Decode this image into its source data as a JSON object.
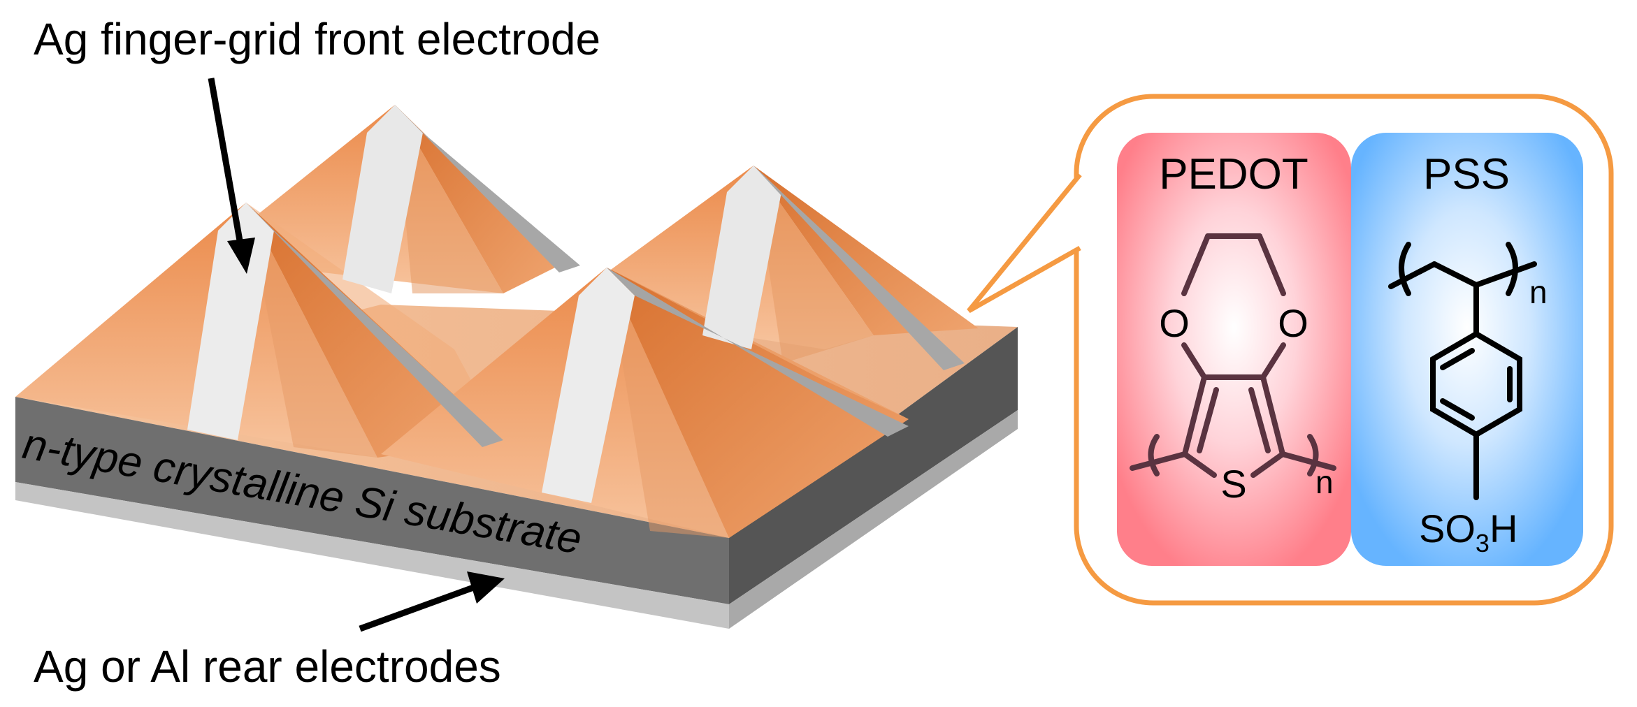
{
  "labels": {
    "front_electrode": "Ag finger-grid front electrode",
    "substrate": "n-type crystalline Si substrate",
    "rear_electrode": "Ag or Al rear electrodes"
  },
  "molecule": {
    "pedot_title": "PEDOT",
    "pss_title": "PSS",
    "oxygen_atom": "O",
    "sulfur_atom": "S",
    "repeat_index": "n",
    "sulfonate_prefix": "SO",
    "sulfonate_subscript": "3",
    "sulfonate_suffix": "H"
  },
  "colors": {
    "pyramid": "#f0a070",
    "substrate": "#6d6d6d",
    "rear_layer": "#c4c4c4",
    "electrode_light": "#e9e9e9",
    "electrode_dark": "#a5a5a5",
    "callout": "#f59a42",
    "pedot_panel": "#ff7b86",
    "pss_panel": "#6bb8ff",
    "pedot_structure": "#5a3340"
  }
}
